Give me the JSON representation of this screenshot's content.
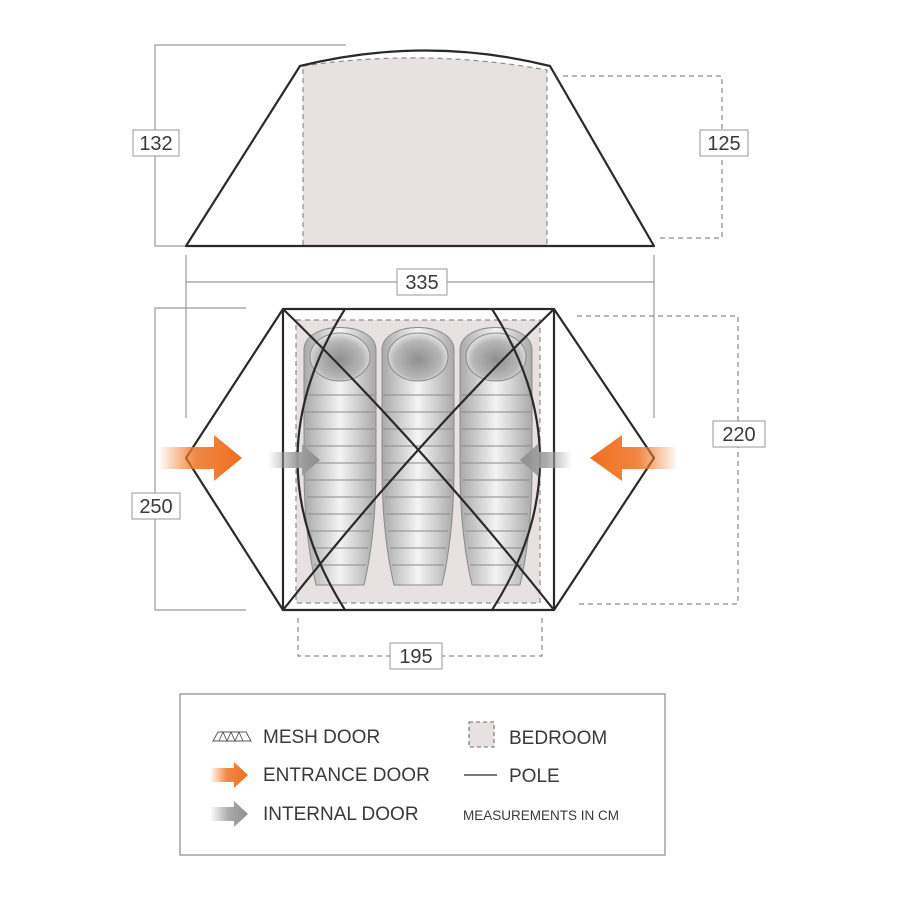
{
  "dimensions": {
    "height_outer": "132",
    "height_inner": "125",
    "length_outer": "335",
    "width_outer": "250",
    "width_inner": "220",
    "length_inner": "195"
  },
  "legend": {
    "mesh_door": "MESH DOOR",
    "entrance_door": "ENTRANCE DOOR",
    "internal_door": "INTERNAL DOOR",
    "bedroom": "BEDROOM",
    "pole": "POLE",
    "measurements": "MEASUREMENTS IN CM"
  },
  "colors": {
    "entrance_arrow": "#f07a2d",
    "internal_arrow": "#9a9a9a",
    "bedroom_fill": "#e7e2e1",
    "pole": "#2a2a2a"
  },
  "icons": [
    "mesh-door-icon",
    "entrance-door-arrow-icon",
    "internal-door-arrow-icon",
    "bedroom-swatch-icon",
    "pole-line-icon"
  ]
}
